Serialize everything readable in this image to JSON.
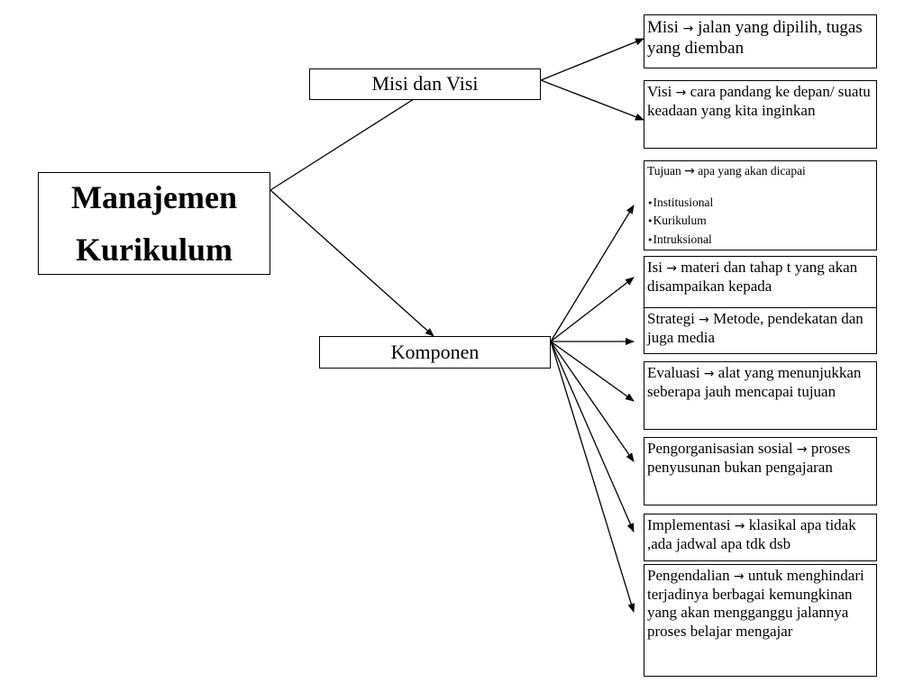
{
  "diagram": {
    "root": {
      "line1": "Manajemen",
      "line2": "Kurikulum"
    },
    "misi_visi": {
      "label": "Misi dan Visi",
      "children": [
        {
          "term": "Misi",
          "arrow": "→",
          "desc": " jalan  yang dipilih, tugas yang diemban"
        },
        {
          "term": "Visi",
          "arrow": "→",
          "desc": "  cara pandang ke depan/ suatu keadaan yang kita inginkan"
        }
      ]
    },
    "komponen": {
      "label": "Komponen",
      "tujuan": {
        "term": "Tujuan",
        "arrow": "→",
        "desc": " apa yang akan dicapai",
        "items": [
          "Institusional",
          "Kurikulum",
          "Intruksional"
        ]
      },
      "children": [
        {
          "term": "Isi",
          "arrow": "→",
          "desc": " materi dan tahap t yang akan disampaikan kepada"
        },
        {
          "term": "Strategi",
          "arrow": "→",
          "desc": " Metode, pendekatan dan juga media"
        },
        {
          "term": "Evaluasi",
          "arrow": "→",
          "desc": " alat yang menunjukkan seberapa jauh mencapai tujuan"
        },
        {
          "term": "Pengorganisasian sosial",
          "arrow": "→",
          "desc": " proses penyusunan bukan pengajaran"
        },
        {
          "term": "Implementasi",
          "arrow": "→",
          "desc": " klasikal apa tidak ,ada jadwal apa tdk dsb"
        },
        {
          "term": "Pengendalian",
          "arrow": "→",
          "desc": " untuk menghindari terjadinya berbagai kemungkinan yang akan mengganggu jalannya proses belajar mengajar"
        }
      ]
    }
  }
}
